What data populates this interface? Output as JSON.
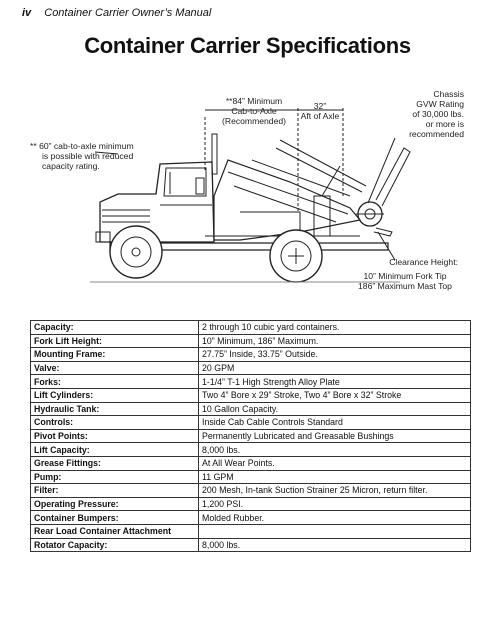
{
  "header": {
    "page_number": "iv",
    "manual_title": "Container Carrier Owner’s Manual"
  },
  "page_title": "Container Carrier Specifications",
  "diagram": {
    "cab_axle_note": [
      "**84” Minimum",
      "Cab-to-Axle",
      "(Recommended)"
    ],
    "aft_axle_note": [
      "32”",
      "Aft of Axle"
    ],
    "chassis_note": [
      "Chassis",
      "GVW Rating",
      "of 30,000 lbs.",
      "or more is",
      "recommended"
    ],
    "short_cab_note": [
      "** 60” cab-to-axle minimum",
      "is possible with reduced",
      "capacity rating."
    ],
    "clearance_label": "Clearance Height:",
    "clearance_lines": [
      "10” Minimum  Fork Tip",
      "186” Maximum Mast Top"
    ]
  },
  "specs": [
    {
      "label": "Capacity:",
      "value": "2 through 10 cubic yard containers."
    },
    {
      "label": "Fork Lift Height:",
      "value": "10” Minimum, 186” Maximum."
    },
    {
      "label": "Mounting Frame:",
      "value": "27.75” Inside, 33.75” Outside."
    },
    {
      "label": "Valve:",
      "value": "20 GPM"
    },
    {
      "label": "Forks:",
      "value": "1-1/4” T-1 High Strength Alloy Plate"
    },
    {
      "label": "Lift Cylinders:",
      "value": "Two 4” Bore x 29” Stroke, Two 4” Bore x 32” Stroke"
    },
    {
      "label": "Hydraulic Tank:",
      "value": "10 Gallon Capacity."
    },
    {
      "label": "Controls:",
      "value": "Inside Cab Cable Controls Standard"
    },
    {
      "label": "Pivot Points:",
      "value": "Permanently Lubricated and Greasable Bushings"
    },
    {
      "label": "Lift Capacity:",
      "value": "8,000 lbs."
    },
    {
      "label": "Grease Fittings:",
      "value": "At All Wear Points."
    },
    {
      "label": "Pump:",
      "value": "11 GPM"
    },
    {
      "label": "Filter:",
      "value": "200 Mesh, In-tank Suction Strainer 25 Micron, return filter."
    },
    {
      "label": "Operating Pressure:",
      "value": "1,200 PSI."
    },
    {
      "label": "Container Bumpers:",
      "value": "Molded Rubber."
    },
    {
      "label": "Rear Load Container Attachment",
      "value": ""
    },
    {
      "label": "Rotator Capacity:",
      "value": "8,000 lbs."
    }
  ]
}
